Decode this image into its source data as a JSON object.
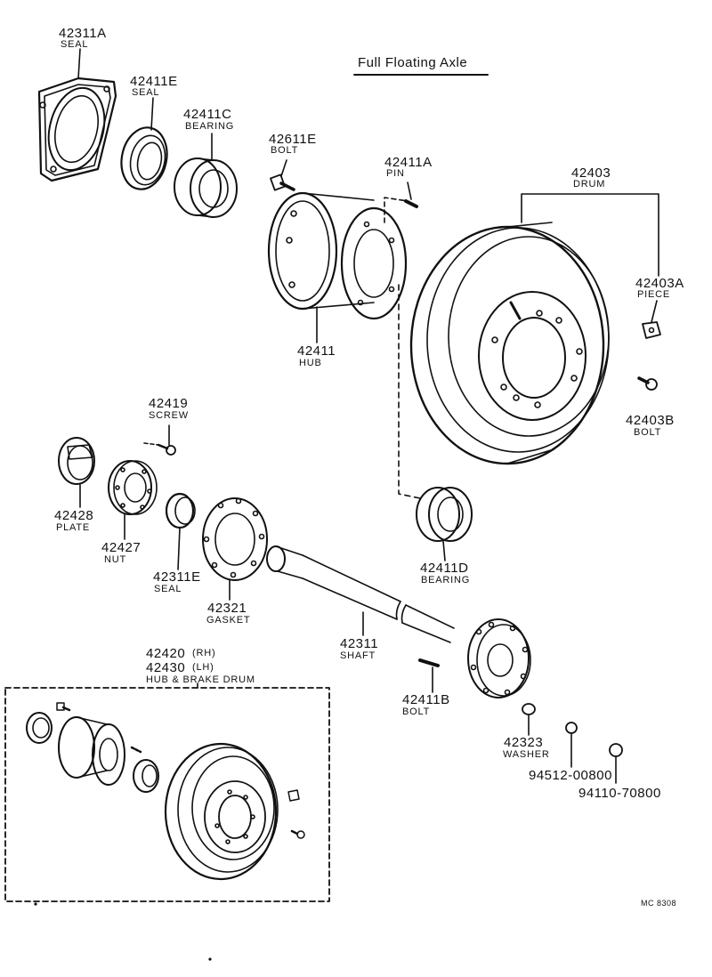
{
  "title": "Full Floating Axle",
  "code": "MC 8308",
  "parts": [
    {
      "number": "42311A",
      "name": "SEAL"
    },
    {
      "number": "42411E",
      "name": "SEAL"
    },
    {
      "number": "42411C",
      "name": "BEARING"
    },
    {
      "number": "42611E",
      "name": "BOLT"
    },
    {
      "number": "42411A",
      "name": "PIN"
    },
    {
      "number": "42403",
      "name": "DRUM"
    },
    {
      "number": "42403A",
      "name": "PIECE"
    },
    {
      "number": "42411",
      "name": "HUB"
    },
    {
      "number": "42403B",
      "name": "BOLT"
    },
    {
      "number": "42419",
      "name": "SCREW"
    },
    {
      "number": "42428",
      "name": "PLATE"
    },
    {
      "number": "42427",
      "name": "NUT"
    },
    {
      "number": "42311E",
      "name": "SEAL"
    },
    {
      "number": "42321",
      "name": "GASKET"
    },
    {
      "number": "42411D",
      "name": "BEARING"
    },
    {
      "number": "42311",
      "name": "SHAFT"
    },
    {
      "number": "42411B",
      "name": "BOLT"
    },
    {
      "number": "42323",
      "name": "WASHER"
    },
    {
      "number": "94512-00800",
      "name": ""
    },
    {
      "number": "94110-70800",
      "name": ""
    }
  ],
  "assembly": {
    "number_rh": "42420",
    "side_rh": "(RH)",
    "number_lh": "42430",
    "side_lh": "(LH)",
    "name": "HUB & BRAKE DRUM"
  }
}
